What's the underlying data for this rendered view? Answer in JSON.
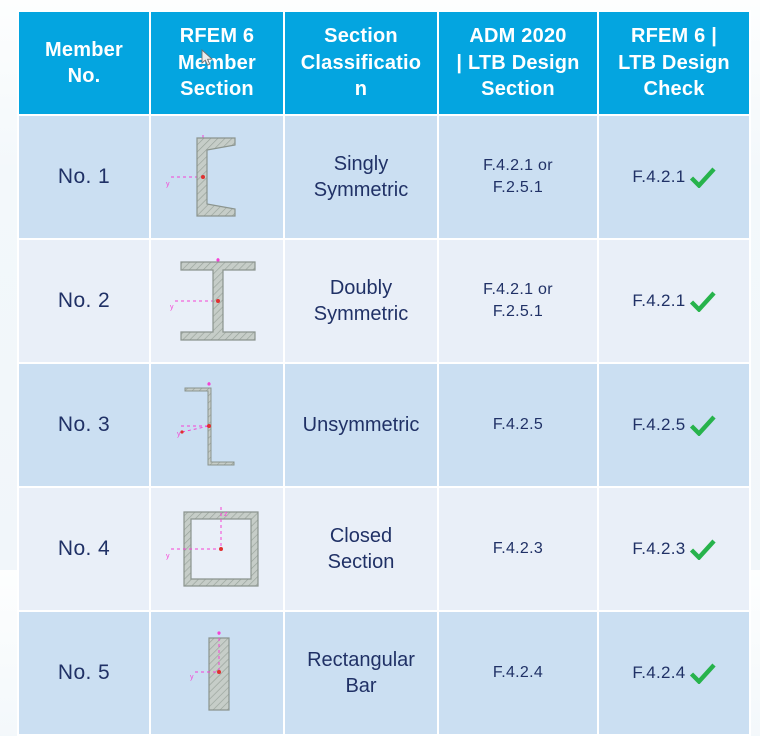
{
  "table": {
    "headers": [
      {
        "label": "Member\nNo."
      },
      {
        "label": "RFEM 6\nMember\nSection"
      },
      {
        "label": "Section\nClassificatio\nn"
      },
      {
        "label": "ADM 2020\n| LTB Design\nSection"
      },
      {
        "label": "RFEM 6 |\nLTB Design\nCheck"
      }
    ],
    "rows": [
      {
        "member_no": "No. 1",
        "section_icon": "channel-section-icon",
        "classification": "Singly\nSymmetric",
        "adm_design_section": "F.4.2.1 or\nF.2.5.1",
        "ltb_check": "F.4.2.1",
        "check_icon": "green-checkmark-icon"
      },
      {
        "member_no": "No. 2",
        "section_icon": "i-beam-section-icon",
        "classification": "Doubly\nSymmetric",
        "adm_design_section": "F.4.2.1 or\nF.2.5.1",
        "ltb_check": "F.4.2.1",
        "check_icon": "green-checkmark-icon"
      },
      {
        "member_no": "No. 3",
        "section_icon": "z-section-icon",
        "classification": "Unsymmetric",
        "adm_design_section": "F.4.2.5",
        "ltb_check": "F.4.2.5",
        "check_icon": "green-checkmark-icon"
      },
      {
        "member_no": "No. 4",
        "section_icon": "box-section-icon",
        "classification": "Closed\nSection",
        "adm_design_section": "F.4.2.3",
        "ltb_check": "F.4.2.3",
        "check_icon": "green-checkmark-icon"
      },
      {
        "member_no": "No. 5",
        "section_icon": "rectangular-bar-section-icon",
        "classification": "Rectangular\nBar",
        "adm_design_section": "F.4.2.4",
        "ltb_check": "F.4.2.4",
        "check_icon": "green-checkmark-icon"
      }
    ],
    "axis_labels": {
      "horizontal": "y",
      "vertical": "z"
    }
  },
  "colors": {
    "header_blue": "#04a5e0",
    "row_odd": "#cbdff2",
    "row_even": "#e9eff8",
    "text_navy": "#203166",
    "check_green": "#27b34c",
    "axis_magenta": "#f542d5",
    "centroid_red": "#e03030",
    "section_gray": "#c5ccc7"
  }
}
